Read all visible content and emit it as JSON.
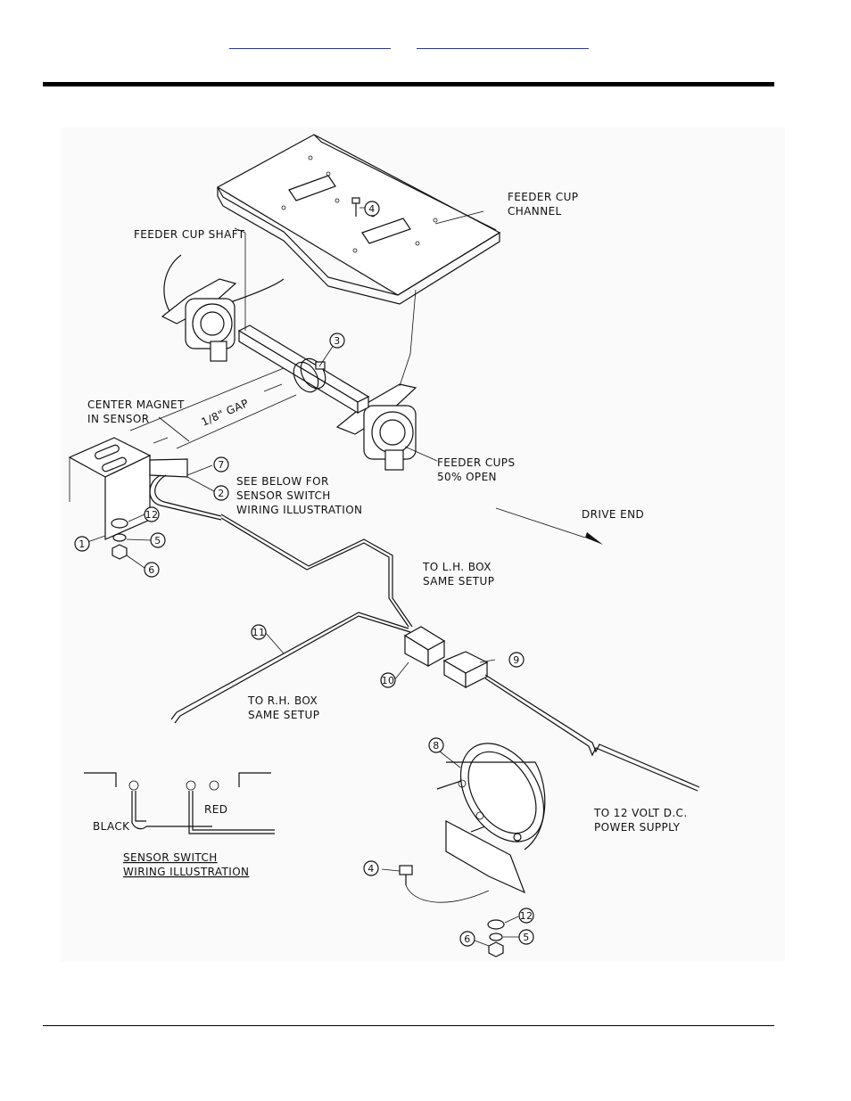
{
  "header": {
    "link_1": "",
    "link_2": ""
  },
  "diagram": {
    "labels": {
      "feeder_cup_channel_line1": "FEEDER CUP",
      "feeder_cup_channel_line2": "CHANNEL",
      "feeder_cup_shaft": "FEEDER CUP SHAFT",
      "center_magnet_line1": "CENTER MAGNET",
      "center_magnet_line2": "IN SENSOR",
      "gap": "1/8\" GAP",
      "see_below_line1": "SEE BELOW FOR",
      "see_below_line2": "SENSOR SWITCH",
      "see_below_line3": "WIRING ILLUSTRATION",
      "feeder_cups_line1": "FEEDER CUPS",
      "feeder_cups_line2": "50% OPEN",
      "drive_end": "DRIVE END",
      "lh_box_line1": "TO L.H. BOX",
      "lh_box_line2": "SAME SETUP",
      "rh_box_line1": "TO R.H. BOX",
      "rh_box_line2": "SAME SETUP",
      "power_line1": "TO 12 VOLT D.C.",
      "power_line2": "POWER SUPPLY",
      "black": "BLACK",
      "red": "RED",
      "wiring_title_line1": "SENSOR SWITCH",
      "wiring_title_line2": "WIRING ILLUSTRATION"
    },
    "callouts": {
      "c1": "1",
      "c2": "2",
      "c3": "3",
      "c4_top": "4",
      "c4_bottom": "4",
      "c5_left": "5",
      "c5_right": "5",
      "c6_left": "6",
      "c6_right": "6",
      "c7": "7",
      "c8": "8",
      "c9": "9",
      "c10": "10",
      "c11": "11",
      "c12_left": "12",
      "c12_right": "12"
    }
  }
}
